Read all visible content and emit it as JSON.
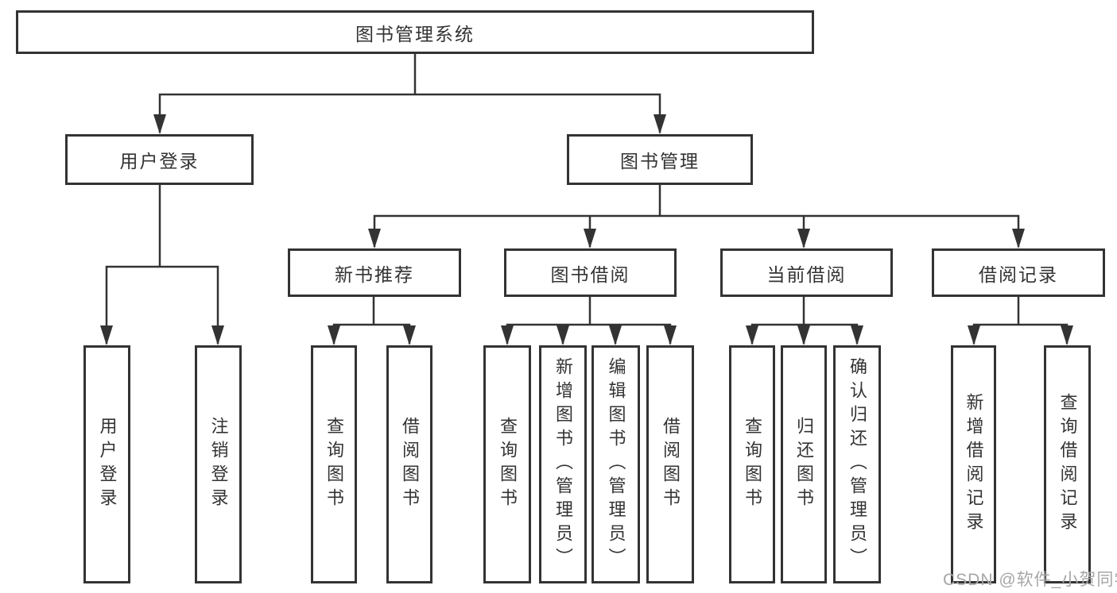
{
  "diagram": {
    "root": "图书管理系统",
    "level2": {
      "user_login": "用户登录",
      "book_management": "图书管理"
    },
    "level3": {
      "new_book": "新书推荐",
      "borrow": "图书借阅",
      "current": "当前借阅",
      "records": "借阅记录"
    },
    "leaves": {
      "user_login": [
        "用户登录",
        "注销登录"
      ],
      "new_book": [
        "查询图书",
        "借阅图书"
      ],
      "borrow": [
        "查询图书",
        "新增图书（管理员）",
        "编辑图书（管理员）",
        "借阅图书"
      ],
      "current": [
        "查询图书",
        "归还图书",
        "确认归还（管理员）"
      ],
      "records": [
        "新增借阅记录",
        "查询借阅记录"
      ]
    }
  },
  "colors": {
    "line": "#333333",
    "box_border": "#333333",
    "text": "#333333",
    "watermark": "#a6a6a6",
    "background": "#ffffff"
  },
  "watermark": "CSDN @软件_小贺同学"
}
